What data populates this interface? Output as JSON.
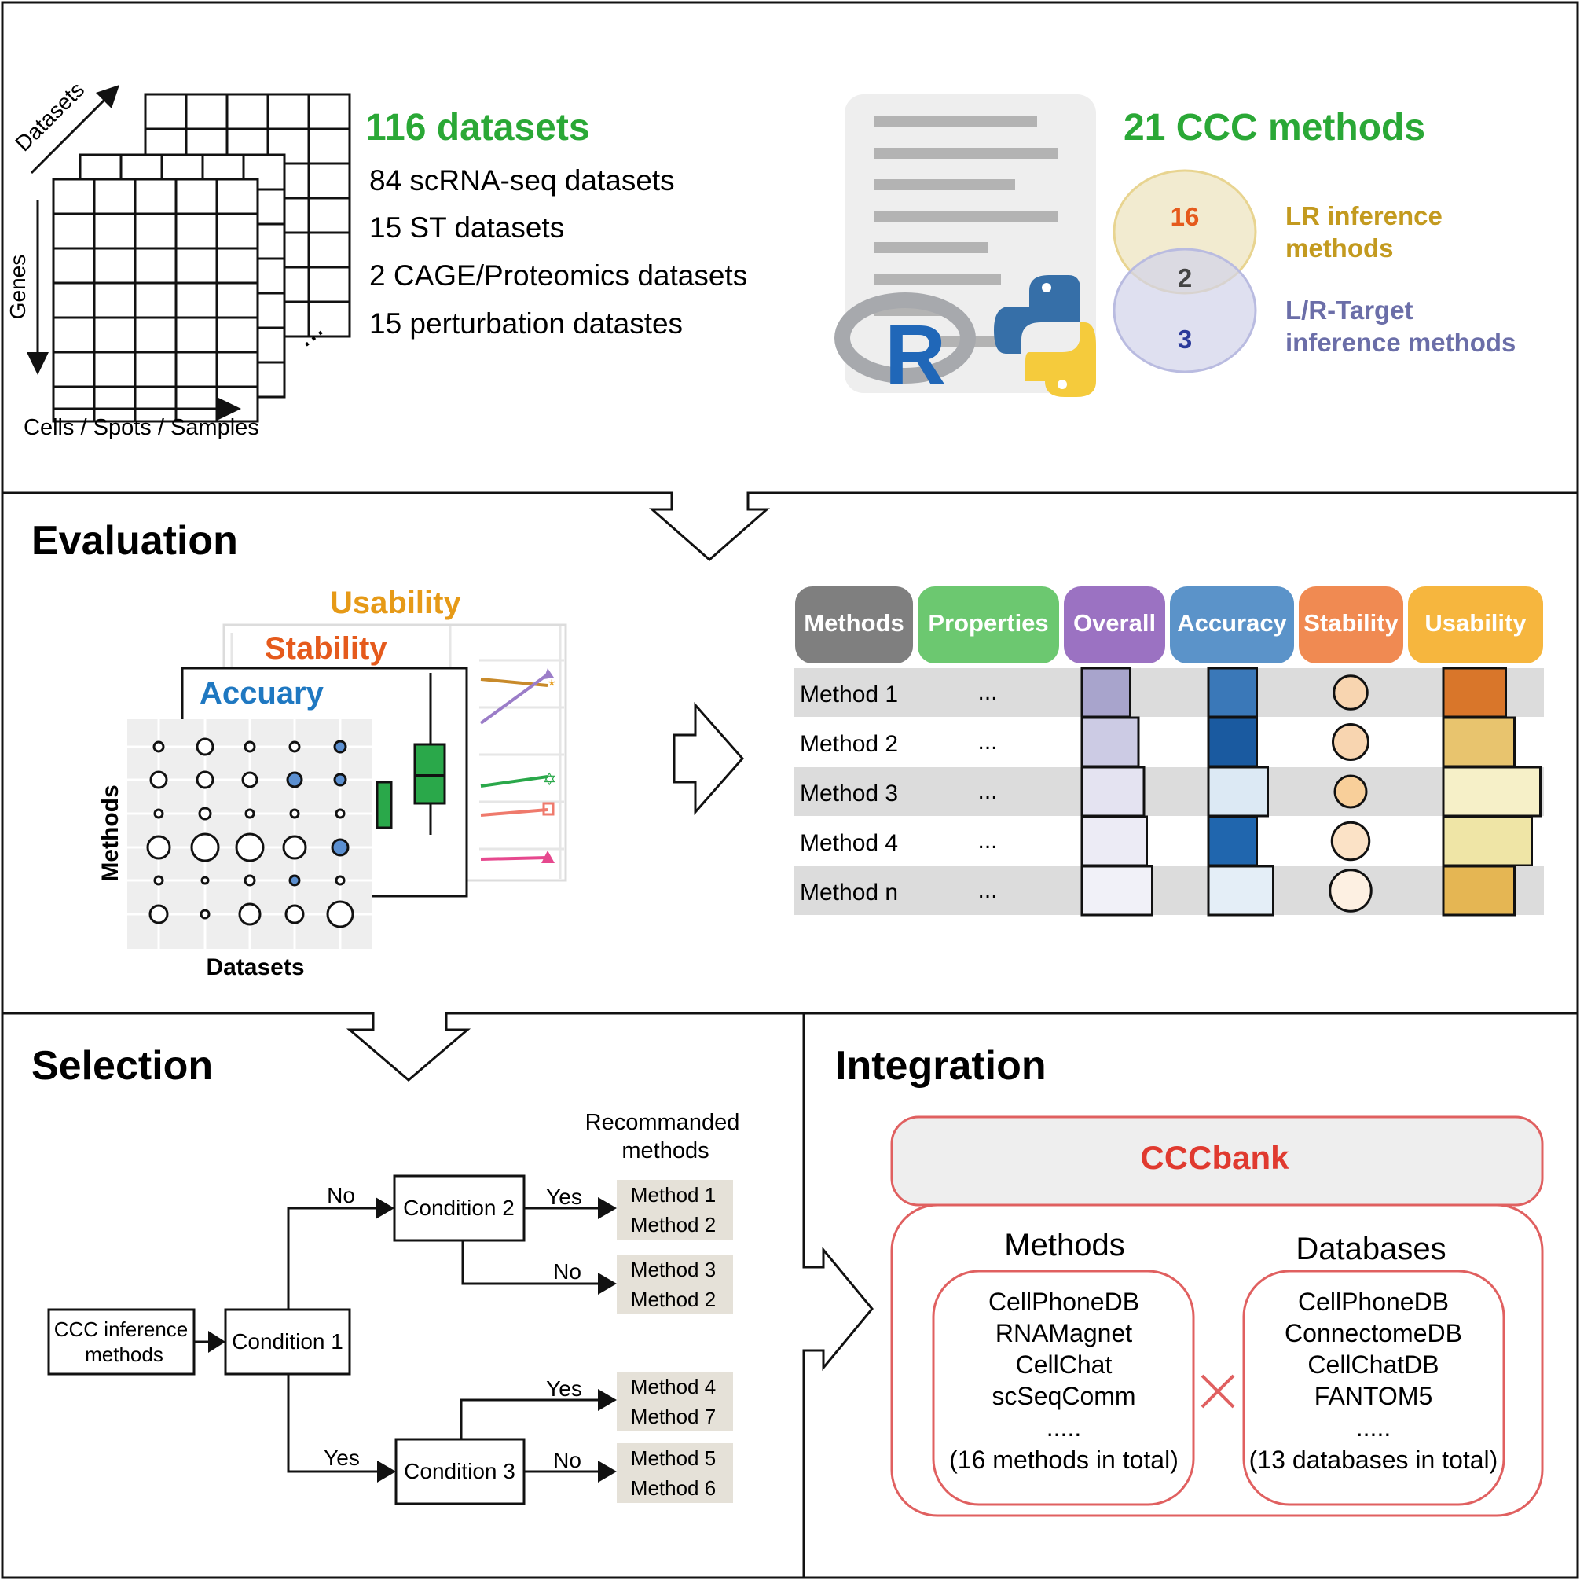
{
  "colors": {
    "green": "#2aa836",
    "orange": "#e69a17",
    "red_orange": "#e55a1c",
    "blue": "#1f78c1",
    "lr_gold": "#c39a1f",
    "lrt_purple": "#6b6ea8",
    "cccbank_red": "#e03a2f",
    "panel_red": "#e06060"
  },
  "datasets": {
    "axis_datasets": "Datasets",
    "axis_genes": "Genes",
    "axis_cells": "Cells / Spots / Samples",
    "ellipsis": "...",
    "title": "116 datasets",
    "items": [
      "84 scRNA-seq datasets",
      "15 ST datasets",
      "2 CAGE/Proteomics datasets",
      "15 perturbation datastes"
    ]
  },
  "methods_summary": {
    "title": "21 CCC methods",
    "lr_count": "16",
    "overlap_count": "2",
    "lrt_count": "3",
    "lr_label": [
      "LR inference",
      "methods"
    ],
    "lrt_label": [
      "L/R-Target",
      "inference methods"
    ],
    "r_logo": "R",
    "icons": [
      "document-icon",
      "r-logo-icon",
      "python-logo-icon"
    ]
  },
  "evaluation": {
    "title": "Evaluation",
    "layer_usability": "Usability",
    "layer_stability": "Stability",
    "layer_accuracy": "Accuary",
    "axis_methods": "Methods",
    "axis_datasets": "Datasets",
    "table_headers": [
      "Methods",
      "Properties",
      "Overall",
      "Accuracy",
      "Stability",
      "Usability"
    ],
    "header_colors": [
      "#7f7f7f",
      "#6cc870",
      "#9b72c2",
      "#5b93c9",
      "#f08a52",
      "#f6b63e"
    ],
    "rows": [
      {
        "method": "Method 1",
        "properties": "...",
        "overall": 0.45,
        "accuracy": 0.45,
        "stability": 0.45,
        "usability": 0.45,
        "overall_color": "#a8a4cc",
        "accuracy_color": "#3a78b8",
        "stability_color": "#f8d5b0",
        "usability_color": "#d9762a"
      },
      {
        "method": "Method 2",
        "properties": "...",
        "overall": 0.6,
        "accuracy": 0.45,
        "stability": 0.5,
        "usability": 0.55,
        "overall_color": "#cccbe4",
        "accuracy_color": "#1a5aa0",
        "stability_color": "#f8d5b0",
        "usability_color": "#e8c46e"
      },
      {
        "method": "Method 3",
        "properties": "...",
        "overall": 0.7,
        "accuracy": 0.65,
        "stability": 0.4,
        "usability": 0.85,
        "overall_color": "#e4e3f1",
        "accuracy_color": "#dce9f4",
        "stability_color": "#f8cf9a",
        "usability_color": "#f6f0c8"
      },
      {
        "method": "Method 4",
        "properties": "...",
        "overall": 0.75,
        "accuracy": 0.45,
        "stability": 0.55,
        "usability": 0.75,
        "overall_color": "#ecebf5",
        "accuracy_color": "#2066ae",
        "stability_color": "#fbe2c6",
        "usability_color": "#efe5a6"
      },
      {
        "method": "Method n",
        "properties": "...",
        "overall": 0.85,
        "accuracy": 0.75,
        "stability": 0.65,
        "usability": 0.55,
        "overall_color": "#f1f1f8",
        "accuracy_color": "#e4eef7",
        "stability_color": "#fdf0e2",
        "usability_color": "#e5b653"
      }
    ]
  },
  "selection": {
    "title": "Selection",
    "recommended": [
      "Recommanded",
      "methods"
    ],
    "start": [
      "CCC inference",
      "methods"
    ],
    "condition1": "Condition 1",
    "condition2": "Condition 2",
    "condition3": "Condition 3",
    "yes": "Yes",
    "no": "No",
    "results": [
      [
        "Method 1",
        "Method 2"
      ],
      [
        "Method 3",
        "Method 2"
      ],
      [
        "Method 4",
        "Method 7"
      ],
      [
        "Method 5",
        "Method 6"
      ]
    ]
  },
  "integration": {
    "title": "Integration",
    "bank": "CCCbank",
    "methods_title": "Methods",
    "databases_title": "Databases",
    "methods_list": [
      "CellPhoneDB",
      "RNAMagnet",
      "CellChat",
      "scSeqComm",
      "....."
    ],
    "methods_total": "(16 methods in total)",
    "databases_list": [
      "CellPhoneDB",
      "ConnectomeDB",
      "CellChatDB",
      "FANTOM5",
      "....."
    ],
    "databases_total": "(13 databases in total)"
  }
}
